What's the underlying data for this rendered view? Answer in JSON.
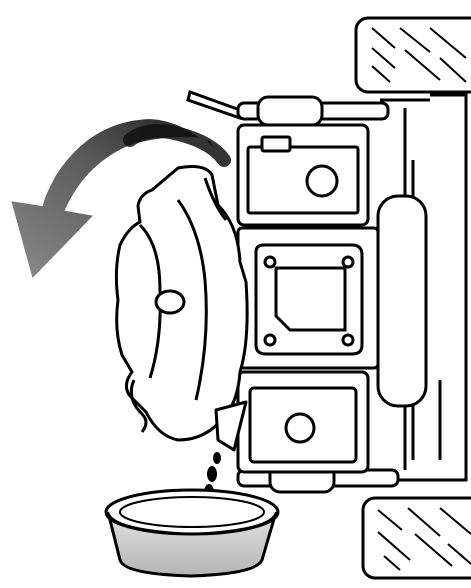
{
  "figure": {
    "caption": ""
  },
  "colors": {
    "outline": "#000000",
    "fill": "#ffffff",
    "arrow_light": "#9a9a9a",
    "arrow_dark": "#2a2a2a",
    "oil": "#000000",
    "pan_fill": "#cfcfcf"
  },
  "icons": {
    "rotate_arrow": "curved-arrow-counterclockwise",
    "drain_pan": "oil-drain-pan",
    "oil_drips": "oil-drip-drops"
  }
}
